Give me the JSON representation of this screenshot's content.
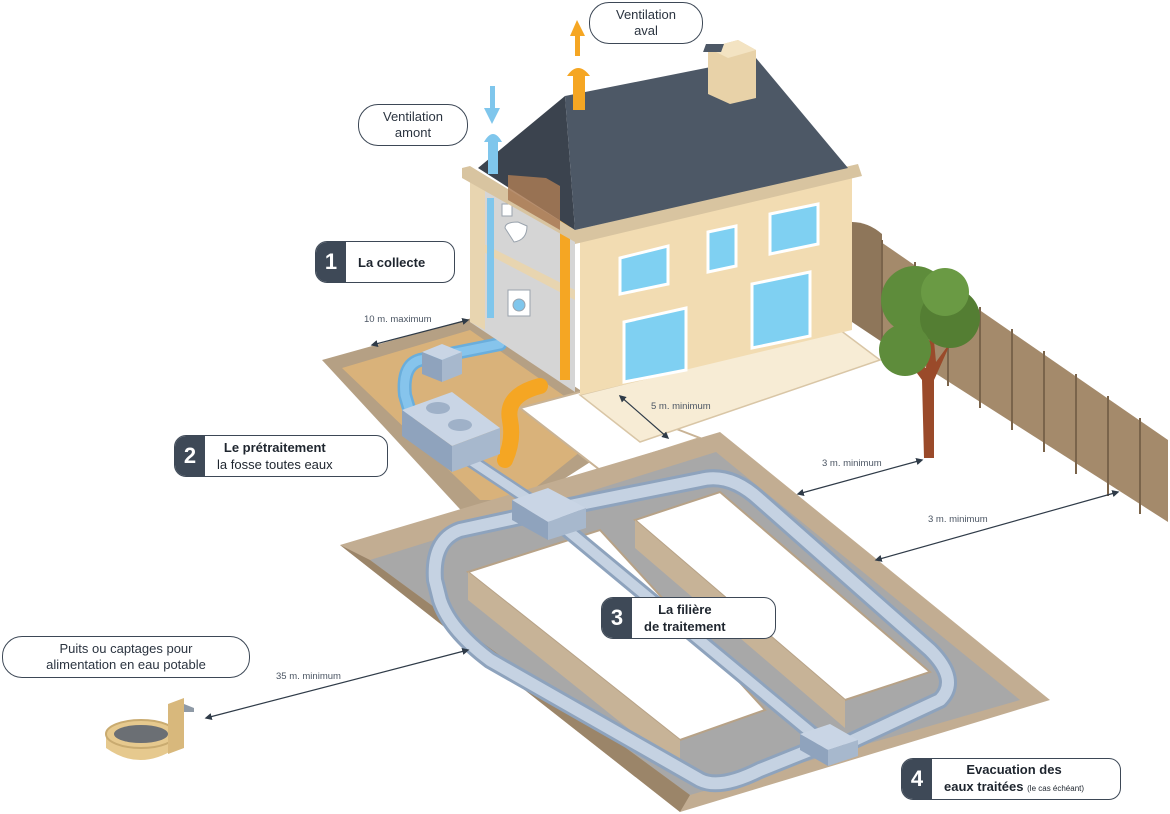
{
  "callouts": {
    "ventilation_aval": [
      "Ventilation",
      "aval"
    ],
    "ventilation_amont": [
      "Ventilation",
      "amont"
    ],
    "puits": [
      "Puits ou captages pour",
      "alimentation en eau potable"
    ]
  },
  "steps": [
    {
      "num": "1",
      "line1": "La collecte",
      "line2": ""
    },
    {
      "num": "2",
      "line1": "Le prétraitement",
      "line2": "la fosse toutes eaux"
    },
    {
      "num": "3",
      "line1": "La filière",
      "line2": "de traitement"
    },
    {
      "num": "4",
      "line1": "Evacuation des",
      "line2": "eaux traitées",
      "note": "(le cas échéant)"
    }
  ],
  "distances": {
    "d10": "10 m. maximum",
    "d5": "5 m. minimum",
    "d3a": "3 m. minimum",
    "d3b": "3 m. minimum",
    "d35": "35 m. minimum"
  },
  "colors": {
    "roof": "#4d5866",
    "wall": "#f2dcb2",
    "ground": "#c9b395",
    "soil": "#b09a80",
    "sand": "#e2b874",
    "pipe": "#b6c5d8",
    "fence": "#a48a6b",
    "vent_up": "#f5a623",
    "vent_down": "#7fc6ec",
    "label_dark": "#3e4957"
  }
}
